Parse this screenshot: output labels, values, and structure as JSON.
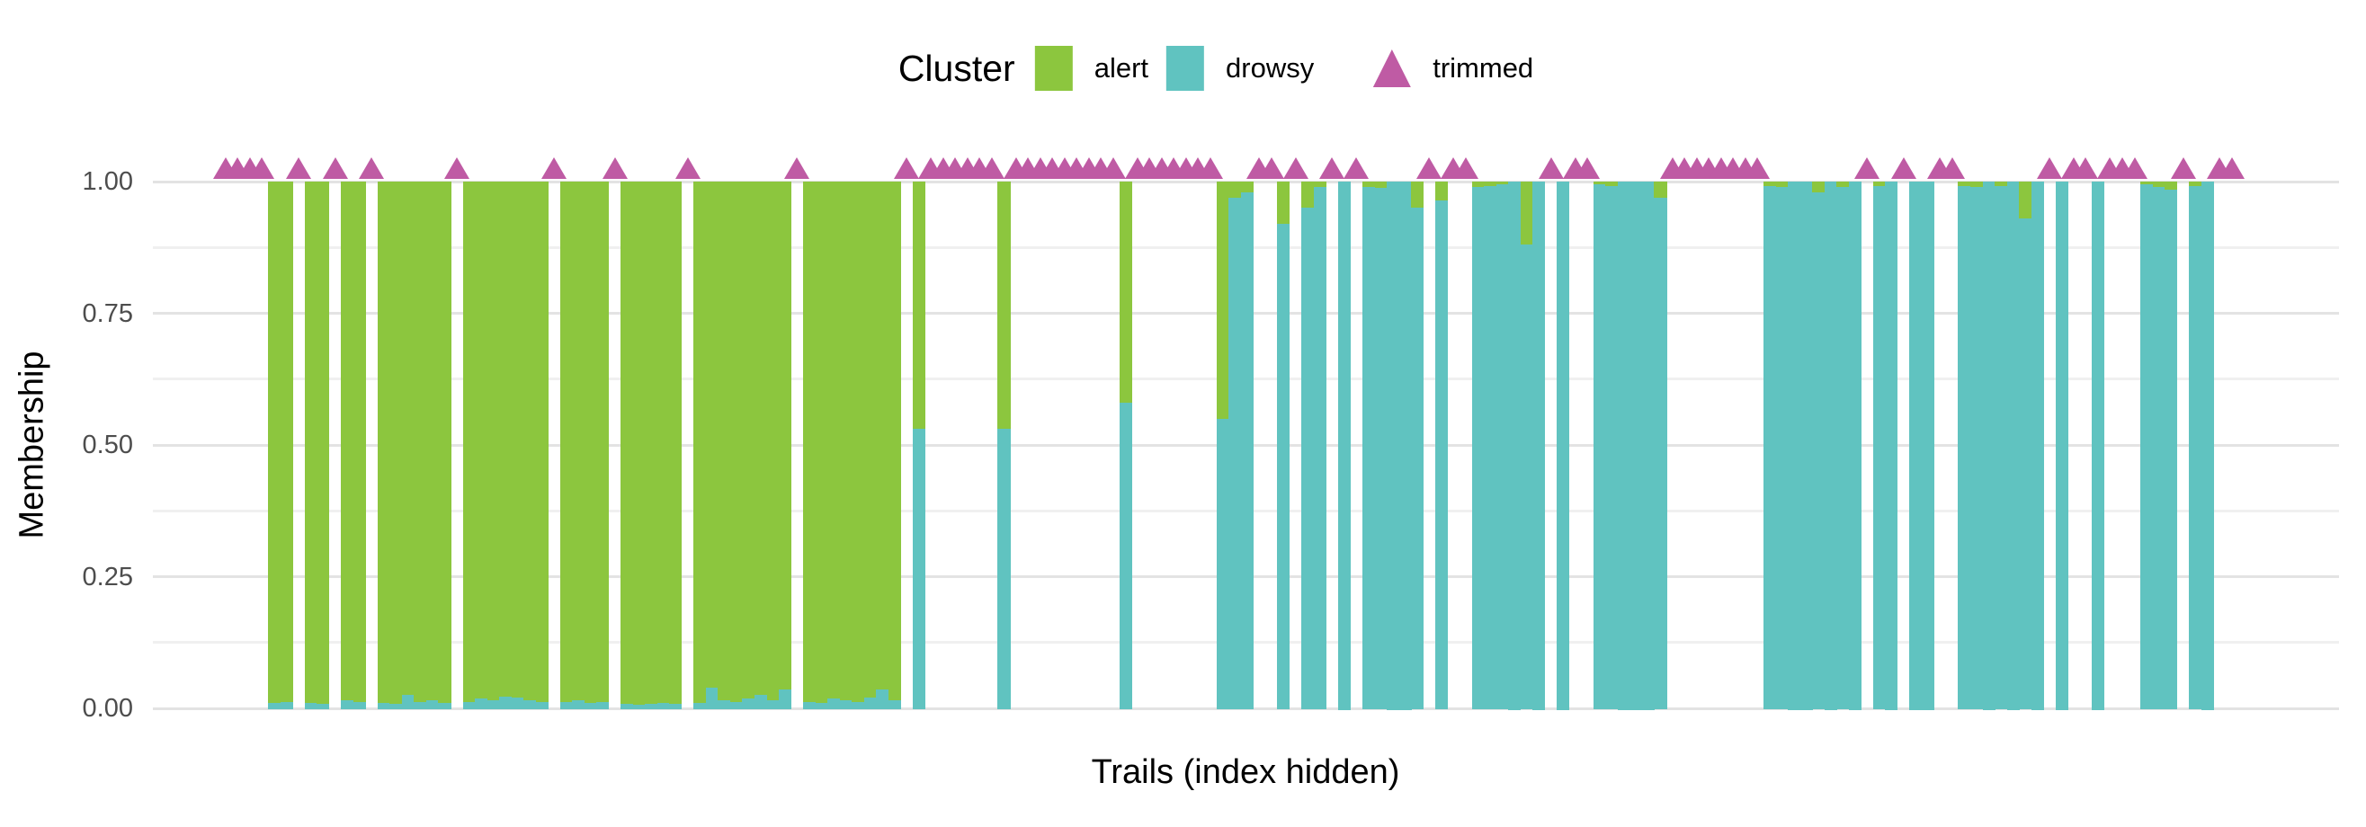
{
  "legend": {
    "title": "Cluster",
    "items": [
      {
        "label": "alert",
        "color": "#8CC63E",
        "key": "square"
      },
      {
        "label": "drowsy",
        "color": "#60C3C0",
        "key": "square"
      },
      {
        "label": "trimmed",
        "color": "#BF5BA4",
        "key": "triangle"
      }
    ]
  },
  "chart_data": {
    "type": "bar",
    "stacked": true,
    "title": "",
    "xlabel": "Trails (index hidden)",
    "ylabel": "Membership",
    "ylim": [
      0,
      1
    ],
    "grid_on": true,
    "legend_position": "top-center",
    "series": [
      "alert",
      "drowsy"
    ],
    "marker_series": "trimmed",
    "colors": {
      "alert": "#8CC63E",
      "drowsy": "#60C3C0",
      "trimmed": "#BF5BA4",
      "grid_major": "#E3E3E3",
      "grid_minor": "#F0F0F0",
      "tick_text": "#4D4D4D"
    },
    "yticks": [
      {
        "label": "0.00",
        "value": 0
      },
      {
        "label": "0.25",
        "value": 0.25
      },
      {
        "label": "0.50",
        "value": 0.5
      },
      {
        "label": "0.75",
        "value": 0.75
      },
      {
        "label": "1.00",
        "value": 1
      }
    ],
    "grid_minor_values": [
      0.125,
      0.375,
      0.625,
      0.875
    ],
    "trimmed_marker_y": 1.03,
    "trails": [
      {
        "trimmed": true
      },
      {
        "trimmed": true
      },
      {
        "trimmed": true
      },
      {
        "trimmed": true
      },
      {
        "alert": 0.99,
        "drowsy": 0.01
      },
      {
        "alert": 0.988,
        "drowsy": 0.012
      },
      {
        "trimmed": true
      },
      {
        "alert": 0.99,
        "drowsy": 0.01
      },
      {
        "alert": 0.992,
        "drowsy": 0.008
      },
      {
        "trimmed": true
      },
      {
        "alert": 0.985,
        "drowsy": 0.015
      },
      {
        "alert": 0.988,
        "drowsy": 0.012
      },
      {
        "trimmed": true
      },
      {
        "alert": 0.99,
        "drowsy": 0.01
      },
      {
        "alert": 0.992,
        "drowsy": 0.008
      },
      {
        "alert": 0.975,
        "drowsy": 0.025
      },
      {
        "alert": 0.988,
        "drowsy": 0.012
      },
      {
        "alert": 0.985,
        "drowsy": 0.015
      },
      {
        "alert": 0.99,
        "drowsy": 0.01
      },
      {
        "trimmed": true
      },
      {
        "alert": 0.988,
        "drowsy": 0.012
      },
      {
        "alert": 0.982,
        "drowsy": 0.018
      },
      {
        "alert": 0.985,
        "drowsy": 0.015
      },
      {
        "alert": 0.978,
        "drowsy": 0.022
      },
      {
        "alert": 0.98,
        "drowsy": 0.02
      },
      {
        "alert": 0.985,
        "drowsy": 0.015
      },
      {
        "alert": 0.988,
        "drowsy": 0.012
      },
      {
        "trimmed": true
      },
      {
        "alert": 0.988,
        "drowsy": 0.012
      },
      {
        "alert": 0.985,
        "drowsy": 0.015
      },
      {
        "alert": 0.99,
        "drowsy": 0.01
      },
      {
        "alert": 0.988,
        "drowsy": 0.012
      },
      {
        "trimmed": true
      },
      {
        "alert": 0.992,
        "drowsy": 0.008
      },
      {
        "alert": 0.994,
        "drowsy": 0.006
      },
      {
        "alert": 0.992,
        "drowsy": 0.008
      },
      {
        "alert": 0.99,
        "drowsy": 0.01
      },
      {
        "alert": 0.992,
        "drowsy": 0.008
      },
      {
        "trimmed": true
      },
      {
        "alert": 0.99,
        "drowsy": 0.01
      },
      {
        "alert": 0.96,
        "drowsy": 0.04
      },
      {
        "alert": 0.985,
        "drowsy": 0.015
      },
      {
        "alert": 0.988,
        "drowsy": 0.012
      },
      {
        "alert": 0.982,
        "drowsy": 0.018
      },
      {
        "alert": 0.975,
        "drowsy": 0.025
      },
      {
        "alert": 0.985,
        "drowsy": 0.015
      },
      {
        "alert": 0.965,
        "drowsy": 0.035
      },
      {
        "trimmed": true
      },
      {
        "alert": 0.988,
        "drowsy": 0.012
      },
      {
        "alert": 0.99,
        "drowsy": 0.01
      },
      {
        "alert": 0.982,
        "drowsy": 0.018
      },
      {
        "alert": 0.985,
        "drowsy": 0.015
      },
      {
        "alert": 0.988,
        "drowsy": 0.012
      },
      {
        "alert": 0.98,
        "drowsy": 0.02
      },
      {
        "alert": 0.965,
        "drowsy": 0.035
      },
      {
        "alert": 0.985,
        "drowsy": 0.015
      },
      {
        "trimmed": true
      },
      {
        "alert": 0.47,
        "drowsy": 0.53
      },
      {
        "trimmed": true
      },
      {
        "trimmed": true
      },
      {
        "trimmed": true
      },
      {
        "trimmed": true
      },
      {
        "trimmed": true
      },
      {
        "trimmed": true
      },
      {
        "alert": 0.47,
        "drowsy": 0.53
      },
      {
        "trimmed": true
      },
      {
        "trimmed": true
      },
      {
        "trimmed": true
      },
      {
        "trimmed": true
      },
      {
        "trimmed": true
      },
      {
        "trimmed": true
      },
      {
        "trimmed": true
      },
      {
        "trimmed": true
      },
      {
        "trimmed": true
      },
      {
        "alert": 0.42,
        "drowsy": 0.58
      },
      {
        "trimmed": true
      },
      {
        "trimmed": true
      },
      {
        "trimmed": true
      },
      {
        "trimmed": true
      },
      {
        "trimmed": true
      },
      {
        "trimmed": true
      },
      {
        "trimmed": true
      },
      {
        "alert": 0.45,
        "drowsy": 0.55
      },
      {
        "alert": 0.03,
        "drowsy": 0.97
      },
      {
        "alert": 0.02,
        "drowsy": 0.98
      },
      {
        "trimmed": true
      },
      {
        "trimmed": true
      },
      {
        "alert": 0.08,
        "drowsy": 0.92
      },
      {
        "trimmed": true
      },
      {
        "alert": 0.05,
        "drowsy": 0.95
      },
      {
        "alert": 0.01,
        "drowsy": 0.99
      },
      {
        "trimmed": true
      },
      {
        "alert": 0,
        "drowsy": 1
      },
      {
        "trimmed": true
      },
      {
        "alert": 0.01,
        "drowsy": 0.99
      },
      {
        "alert": 0.012,
        "drowsy": 0.988
      },
      {
        "alert": 0,
        "drowsy": 1
      },
      {
        "alert": 0,
        "drowsy": 1
      },
      {
        "alert": 0.05,
        "drowsy": 0.95
      },
      {
        "trimmed": true
      },
      {
        "alert": 0.035,
        "drowsy": 0.965
      },
      {
        "trimmed": true
      },
      {
        "trimmed": true
      },
      {
        "alert": 0.01,
        "drowsy": 0.99
      },
      {
        "alert": 0.008,
        "drowsy": 0.992
      },
      {
        "alert": 0.005,
        "drowsy": 0.995
      },
      {
        "alert": 0,
        "drowsy": 1
      },
      {
        "alert": 0.12,
        "drowsy": 0.88
      },
      {
        "alert": 0,
        "drowsy": 1
      },
      {
        "trimmed": true
      },
      {
        "alert": 0,
        "drowsy": 1
      },
      {
        "trimmed": true
      },
      {
        "trimmed": true
      },
      {
        "alert": 0.005,
        "drowsy": 0.995
      },
      {
        "alert": 0.008,
        "drowsy": 0.992
      },
      {
        "alert": 0,
        "drowsy": 1
      },
      {
        "alert": 0,
        "drowsy": 1
      },
      {
        "alert": 0,
        "drowsy": 1
      },
      {
        "alert": 0.03,
        "drowsy": 0.97
      },
      {
        "trimmed": true
      },
      {
        "trimmed": true
      },
      {
        "trimmed": true
      },
      {
        "trimmed": true
      },
      {
        "trimmed": true
      },
      {
        "trimmed": true
      },
      {
        "trimmed": true
      },
      {
        "trimmed": true
      },
      {
        "alert": 0.008,
        "drowsy": 0.992
      },
      {
        "alert": 0.01,
        "drowsy": 0.99
      },
      {
        "alert": 0,
        "drowsy": 1
      },
      {
        "alert": 0,
        "drowsy": 1
      },
      {
        "alert": 0.02,
        "drowsy": 0.98
      },
      {
        "alert": 0,
        "drowsy": 1
      },
      {
        "alert": 0.01,
        "drowsy": 0.99
      },
      {
        "alert": 0,
        "drowsy": 1
      },
      {
        "trimmed": true
      },
      {
        "alert": 0.008,
        "drowsy": 0.992
      },
      {
        "alert": 0,
        "drowsy": 1
      },
      {
        "trimmed": true
      },
      {
        "alert": 0,
        "drowsy": 1
      },
      {
        "alert": 0,
        "drowsy": 1
      },
      {
        "trimmed": true
      },
      {
        "trimmed": true
      },
      {
        "alert": 0.008,
        "drowsy": 0.992
      },
      {
        "alert": 0.01,
        "drowsy": 0.99
      },
      {
        "alert": 0,
        "drowsy": 1
      },
      {
        "alert": 0.008,
        "drowsy": 0.992
      },
      {
        "alert": 0,
        "drowsy": 1
      },
      {
        "alert": 0.07,
        "drowsy": 0.93
      },
      {
        "alert": 0,
        "drowsy": 1
      },
      {
        "trimmed": true
      },
      {
        "alert": 0,
        "drowsy": 1
      },
      {
        "trimmed": true
      },
      {
        "trimmed": true
      },
      {
        "alert": 0,
        "drowsy": 1
      },
      {
        "trimmed": true
      },
      {
        "trimmed": true
      },
      {
        "trimmed": true
      },
      {
        "alert": 0.005,
        "drowsy": 0.995
      },
      {
        "alert": 0.01,
        "drowsy": 0.99
      },
      {
        "alert": 0.015,
        "drowsy": 0.985
      },
      {
        "trimmed": true
      },
      {
        "alert": 0.008,
        "drowsy": 0.992
      },
      {
        "alert": 0,
        "drowsy": 1
      },
      {
        "trimmed": true
      },
      {
        "trimmed": true
      }
    ]
  }
}
